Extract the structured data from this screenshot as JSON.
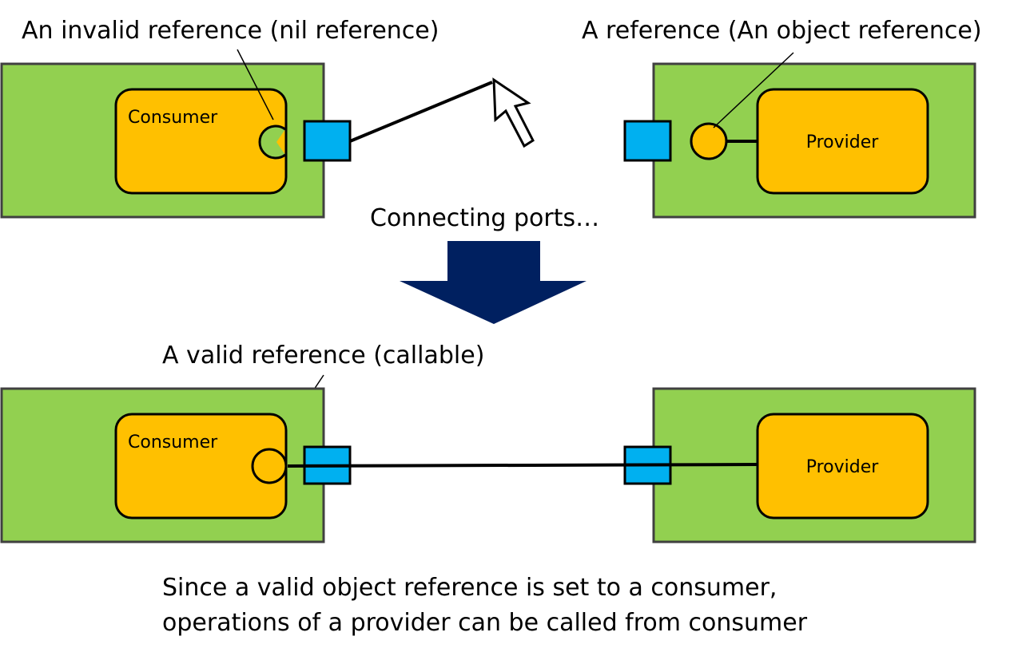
{
  "labels": {
    "invalid_ref": "An invalid reference (nil reference)",
    "object_ref": "A reference (An object reference)",
    "connecting": "Connecting ports…",
    "valid_ref": "A valid reference (callable)",
    "summary_line1": "Since a valid object reference is set to a consumer,",
    "summary_line2": "operations of a provider can be called from consumer"
  },
  "components": {
    "consumer_top": "Consumer",
    "provider_top": "Provider",
    "consumer_bottom": "Consumer",
    "provider_bottom": "Provider"
  },
  "colors": {
    "rtc_body": "#92d050",
    "component": "#ffc000",
    "port": "#00b0f0",
    "arrow": "#002060",
    "stroke": "#000000"
  }
}
